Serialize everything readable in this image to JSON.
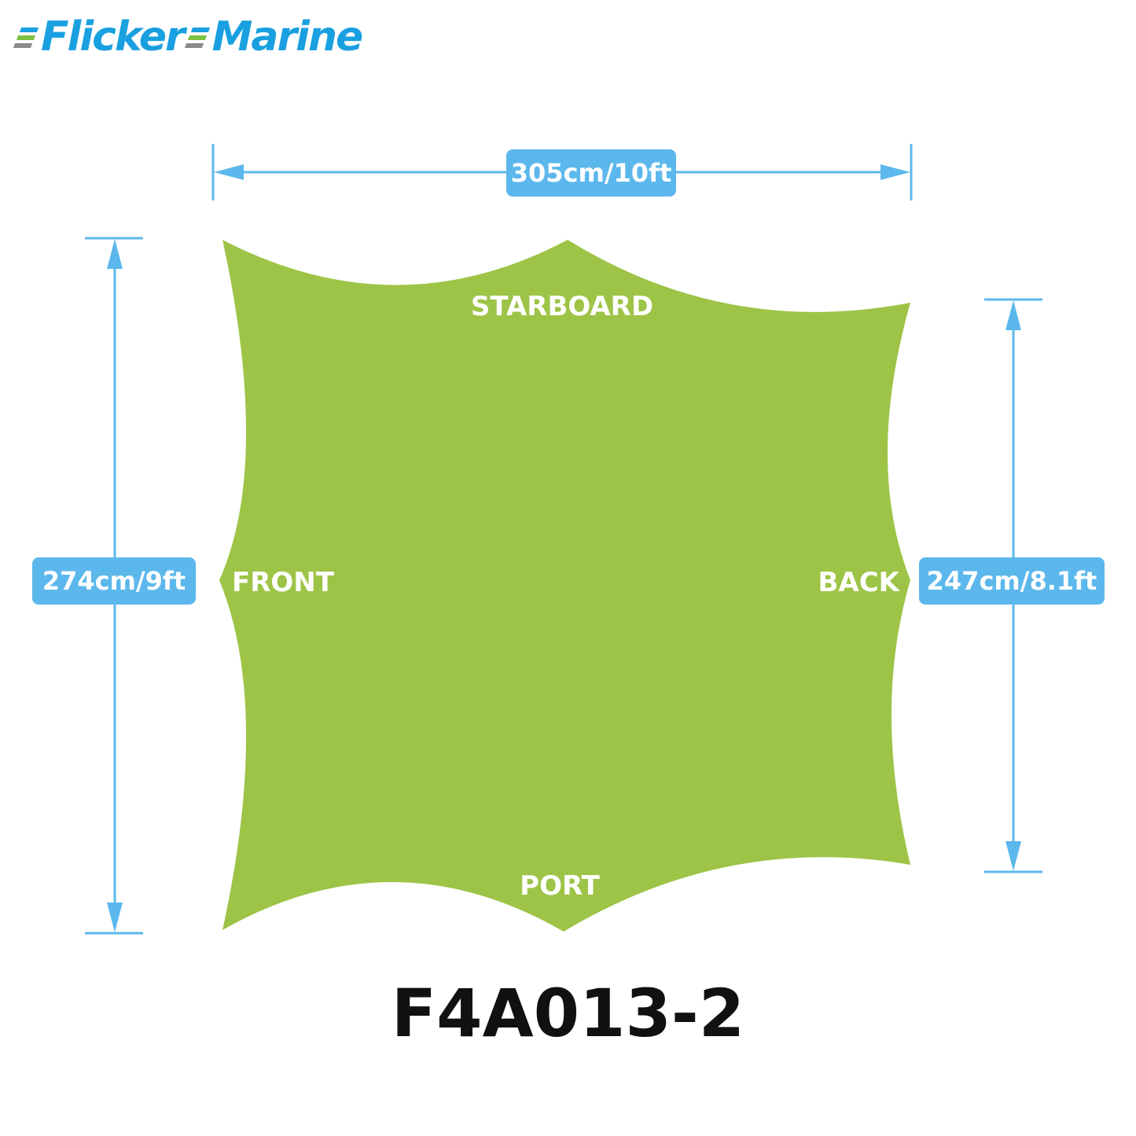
{
  "brand": {
    "name_part1": "Flicker",
    "name_part2": "Marine",
    "color_blue": "#1aa0e0",
    "color_green": "#7dc242",
    "color_gray": "#8a8a8a"
  },
  "diagram": {
    "shape_color": "#9dc447",
    "dimension_color": "#5cb8ec",
    "width_label": "305cm/10ft",
    "left_height_label": "274cm/9ft",
    "right_height_label": "247cm/8.1ft",
    "sides": {
      "top": "STARBOARD",
      "bottom": "PORT",
      "left": "FRONT",
      "right": "BACK"
    }
  },
  "model_number": "F4A013-2"
}
